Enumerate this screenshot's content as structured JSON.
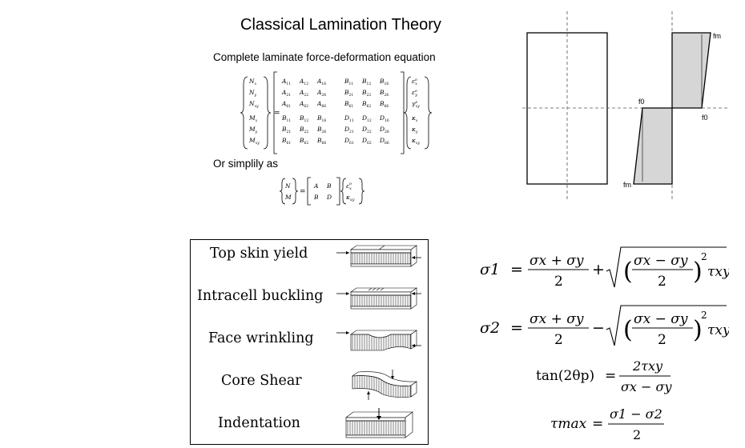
{
  "header": {
    "title": "Classical Lamination Theory",
    "subtitle": "Complete laminate force-deformation equation",
    "or_simply": "Or simplily as"
  },
  "laminate_equation": {
    "left_vector": [
      "N",
      "N",
      "N",
      "M",
      "M",
      "M"
    ],
    "left_subscripts": [
      "x",
      "y",
      "xy",
      "x",
      "y",
      "xy"
    ],
    "matrix_A": [
      [
        "A11",
        "A12",
        "A16"
      ],
      [
        "A21",
        "A22",
        "A26"
      ],
      [
        "A61",
        "A62",
        "A66"
      ]
    ],
    "matrix_B_top": [
      [
        "B11",
        "B12",
        "B16"
      ],
      [
        "B21",
        "B22",
        "B26"
      ],
      [
        "B61",
        "B62",
        "B66"
      ]
    ],
    "matrix_B_bottom": [
      [
        "B11",
        "B12",
        "B16"
      ],
      [
        "B21",
        "B22",
        "B26"
      ],
      [
        "B61",
        "B62",
        "B66"
      ]
    ],
    "matrix_D": [
      [
        "D11",
        "D12",
        "D16"
      ],
      [
        "D21",
        "D22",
        "D26"
      ],
      [
        "D61",
        "D62",
        "D66"
      ]
    ],
    "right_vector": [
      "ε",
      "ε",
      "γ",
      "κ",
      "κ",
      "κ"
    ],
    "right_sub": [
      "x",
      "y",
      "xy",
      "x",
      "y",
      "xy"
    ],
    "right_sup": [
      "o",
      "o",
      "o",
      "",
      "",
      ""
    ],
    "equals": "="
  },
  "compact_equation": {
    "lhs": [
      "N",
      "M"
    ],
    "matrix": [
      [
        "A",
        "B"
      ],
      [
        "B",
        "D"
      ]
    ],
    "rhs": [
      "ε",
      "κ"
    ],
    "rhs_sub": [
      "x",
      "xy"
    ],
    "rhs_sup": [
      "o",
      ""
    ],
    "equals": "="
  },
  "stress_diagram": {
    "labels": {
      "top_right": "fm",
      "mid_top": "f0",
      "mid_bottom": "f0",
      "bottom_left": "fm"
    }
  },
  "failure_modes": [
    {
      "label": "Top skin yield"
    },
    {
      "label": "Intracell buckling"
    },
    {
      "label": "Face wrinkling"
    },
    {
      "label": "Core Shear"
    },
    {
      "label": "Indentation"
    }
  ],
  "equations": {
    "sigma1": {
      "lhs": "σ1",
      "frac_num": "σx + σy",
      "den": "2",
      "op": "+",
      "sq_num": "σx − σy",
      "tau": "τxy"
    },
    "sigma2": {
      "lhs": "σ2",
      "frac_num": "σx + σy",
      "den": "2",
      "op": "−",
      "sq_num": "σx − σy",
      "tau": "τxy"
    },
    "tan": {
      "lhs": "tan(2θp)",
      "num": "2τxy",
      "den": "σx − σy"
    },
    "tau_max": {
      "lhs": "τmax",
      "num": "σ1 − σ2",
      "den": "2"
    }
  },
  "colors": {
    "shade": "#d6d6d6",
    "line": "#000000",
    "dash": "#555555"
  }
}
